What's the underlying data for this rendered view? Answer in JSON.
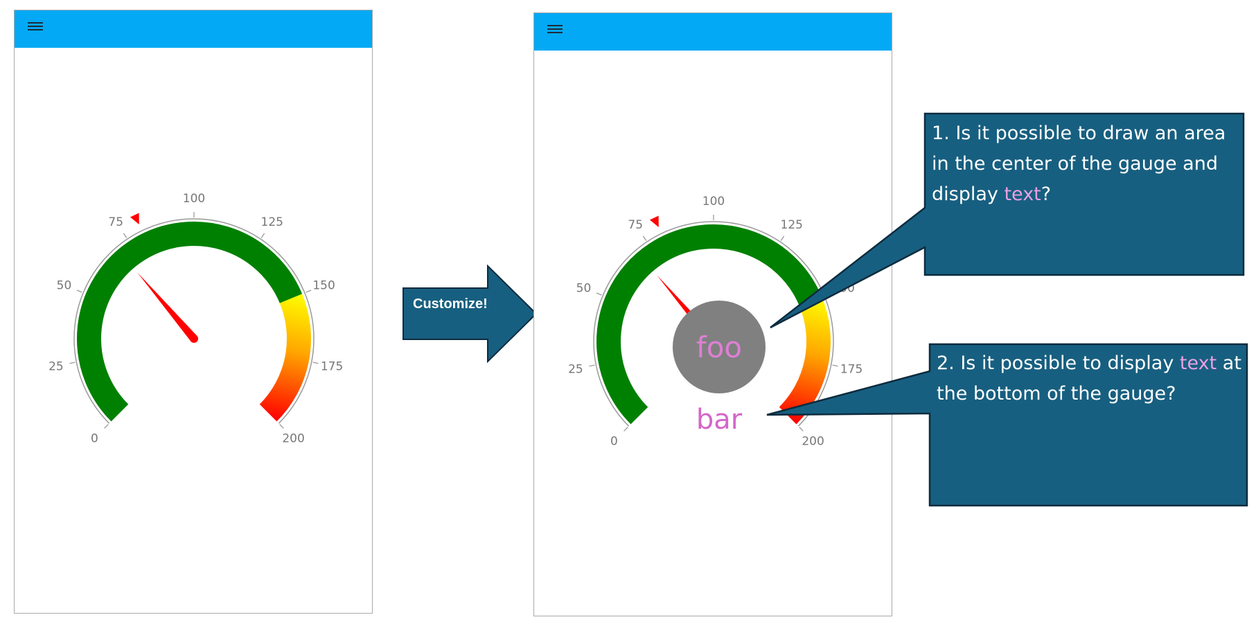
{
  "gauges": [
    {
      "id": "left",
      "scale": {
        "min": 0,
        "max": 200,
        "start_angle_deg": 135,
        "sweep_deg": 270
      },
      "tick_labels": [
        "0",
        "25",
        "50",
        "75",
        "100",
        "125",
        "150",
        "175",
        "200"
      ],
      "ranges": [
        {
          "from": 0,
          "to": 150,
          "colors": [
            "#008000",
            "#008000"
          ]
        },
        {
          "from": 150,
          "to": 200,
          "colors": [
            "#ffff00",
            "#ff0000"
          ]
        }
      ],
      "needle_value": 70,
      "marker_value": 81,
      "center_circle": false,
      "center_text": "",
      "bottom_text": ""
    },
    {
      "id": "right",
      "scale": {
        "min": 0,
        "max": 200,
        "start_angle_deg": 135,
        "sweep_deg": 270
      },
      "tick_labels": [
        "0",
        "25",
        "50",
        "75",
        "100",
        "125",
        "150",
        "175",
        "200"
      ],
      "ranges": [
        {
          "from": 0,
          "to": 150,
          "colors": [
            "#008000",
            "#008000"
          ]
        },
        {
          "from": 150,
          "to": 200,
          "colors": [
            "#ffff00",
            "#ff0000"
          ]
        }
      ],
      "needle_value": 70,
      "marker_value": 81,
      "center_circle": true,
      "center_circle_color": "#808080",
      "center_text": "foo",
      "bottom_text": "bar"
    }
  ],
  "colors": {
    "appbar": "#03a9f4",
    "needle": "#ff0000",
    "callout_fill": "#175f80",
    "callout_border": "#0d2b3e",
    "highlight": "#de7fd4"
  },
  "icons": {
    "menu": "hamburger-menu-icon"
  },
  "arrow": {
    "label": "Customize!"
  },
  "callouts": [
    {
      "pre": "1. Is it possible to draw an area in the center of the gauge and display ",
      "highlight": "text",
      "post": "?"
    },
    {
      "pre": "2. Is it possible to display ",
      "highlight": "text",
      "post": " at the bottom of the gauge?"
    }
  ]
}
